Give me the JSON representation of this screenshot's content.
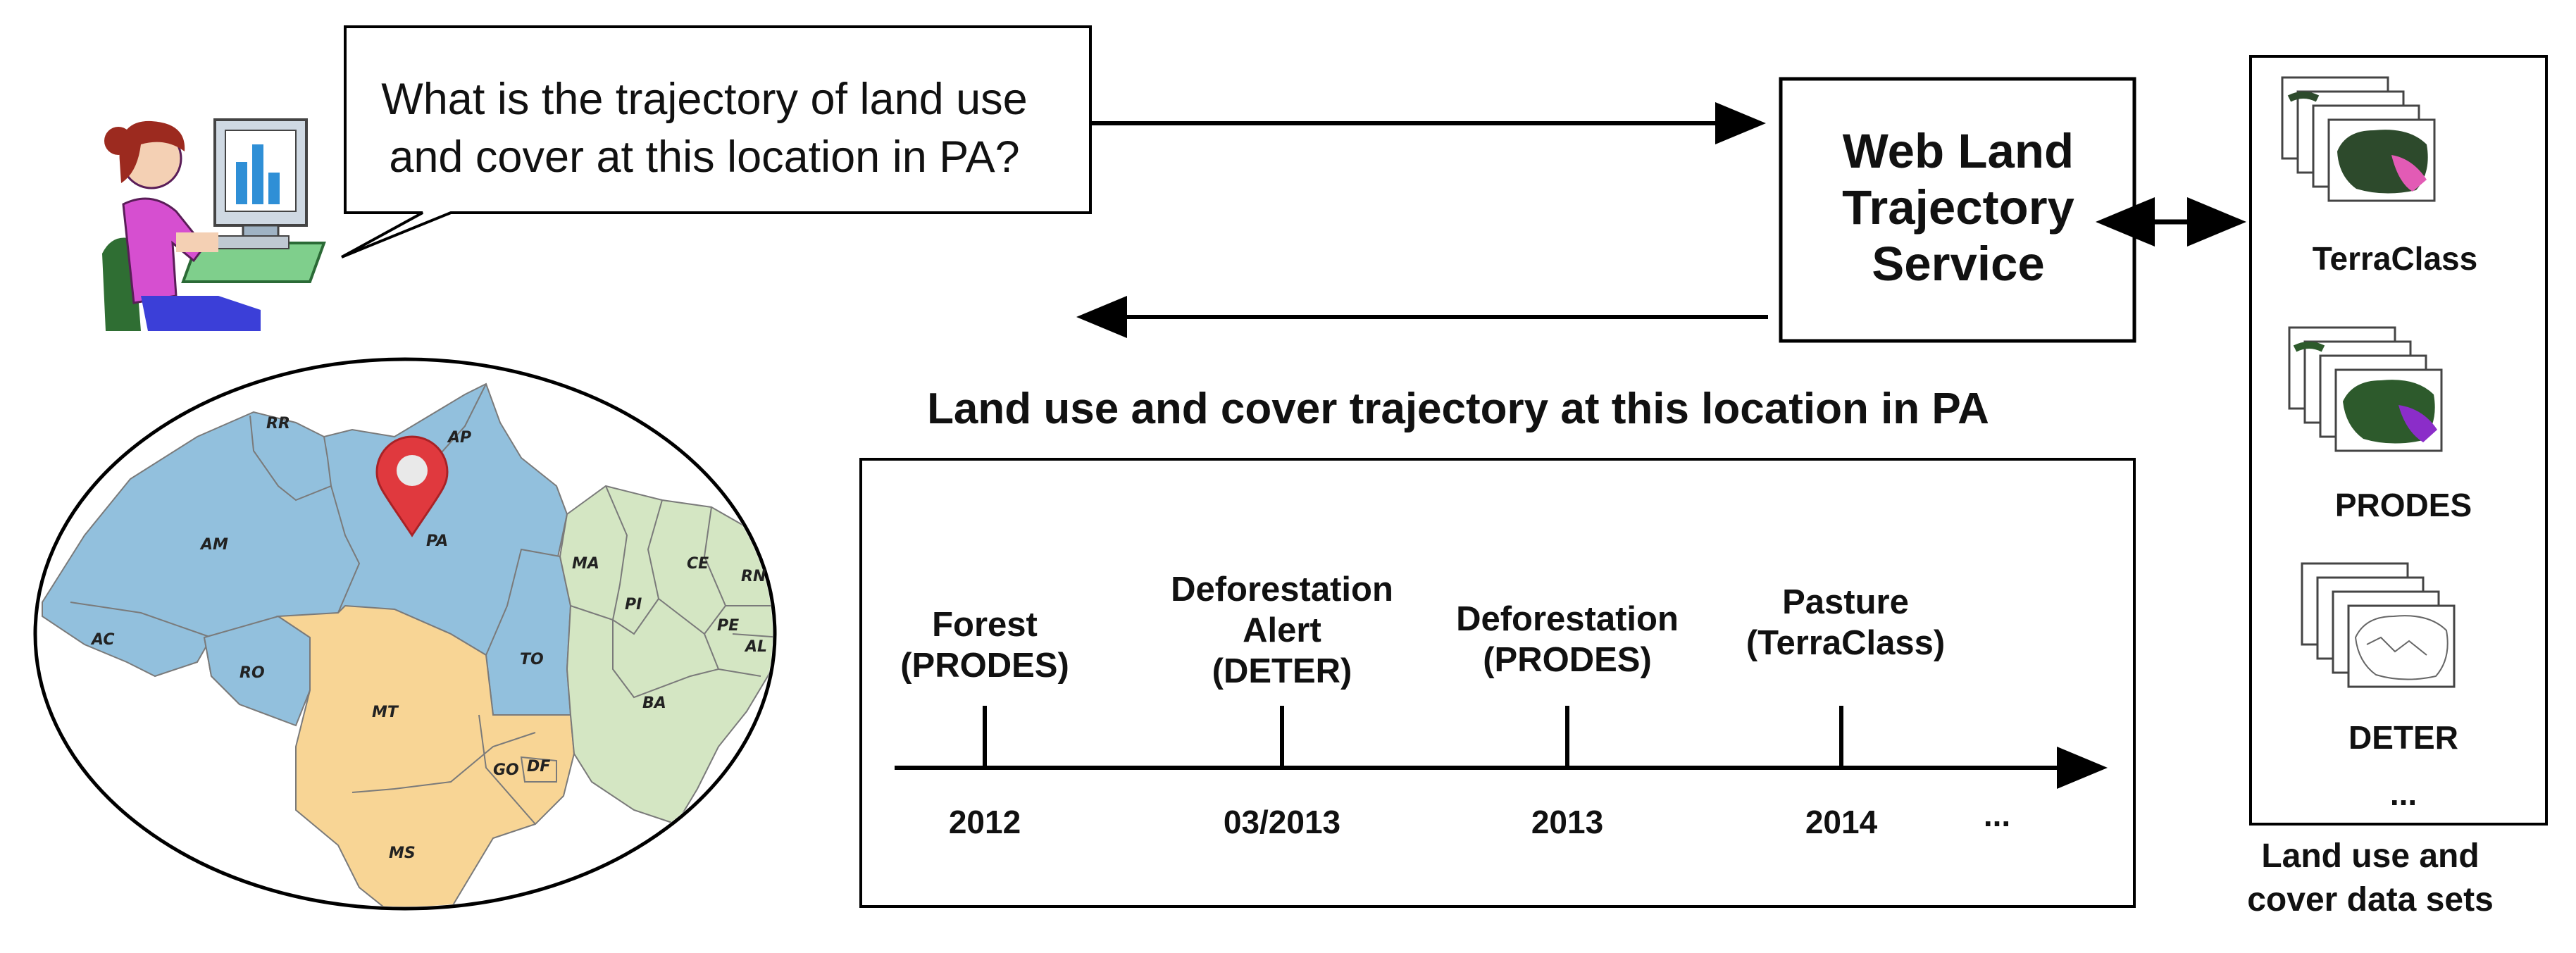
{
  "question": {
    "line1": "What is the trajectory of land use",
    "line2": "and cover at this location in PA?"
  },
  "service": {
    "line1": "Web Land",
    "line2": "Trajectory",
    "line3": "Service"
  },
  "trajectory": {
    "title": "Land use and cover trajectory at this location in PA",
    "events": [
      {
        "lines": [
          "Forest",
          "(PRODES)"
        ],
        "year": "2012"
      },
      {
        "lines": [
          "Deforestation",
          "Alert",
          "(DETER)"
        ],
        "year": "03/2013"
      },
      {
        "lines": [
          "Deforestation",
          "(PRODES)"
        ],
        "year": "2013"
      },
      {
        "lines": [
          "Pasture",
          "(TerraClass)"
        ],
        "year": "2014"
      }
    ],
    "ellipsis": "..."
  },
  "datasets": {
    "items": [
      "TerraClass",
      "PRODES",
      "DETER"
    ],
    "ellipsis": "...",
    "caption_line1": "Land use and",
    "caption_line2": "cover data sets"
  },
  "map": {
    "states": [
      "RR",
      "AP",
      "AM",
      "PA",
      "MA",
      "CE",
      "RN",
      "PI",
      "PE",
      "AL",
      "AC",
      "RO",
      "TO",
      "BA",
      "MT",
      "GO",
      "DF",
      "MS"
    ]
  },
  "colors": {
    "north": "#92c0dd",
    "center_west": "#f8d595",
    "northeast": "#d4e6c3",
    "pin": "#e0393e"
  }
}
